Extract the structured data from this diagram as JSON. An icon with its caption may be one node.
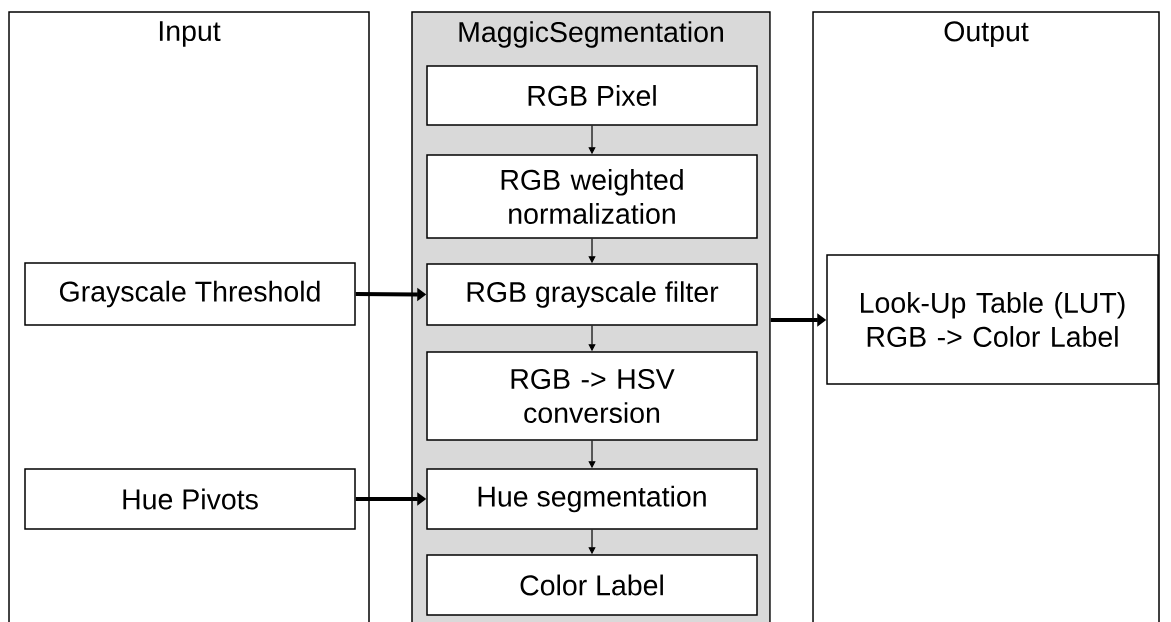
{
  "diagram": {
    "nodes": [
      {
        "text": [
          "Input"
        ]
      },
      {
        "text": [
          "Grayscale Threshold"
        ],
        "in": 0
      },
      {
        "text": [
          "Hue Pivots"
        ],
        "in": 0
      },
      {
        "text": [
          "MaggicSegmentation"
        ]
      },
      {
        "text": [
          "RGB Pixel"
        ],
        "in": 3
      },
      {
        "text": [
          "RGB weighted normalization"
        ],
        "in": 3
      },
      {
        "text": [
          "RGB grayscale filter"
        ],
        "in": 3
      },
      {
        "text": [
          "RGB -> HSV conversion"
        ],
        "in": 3
      },
      {
        "text": [
          "Hue segmentation"
        ],
        "in": 3
      },
      {
        "text": [
          "Color Label"
        ],
        "in": 3
      },
      {
        "text": [
          "Output"
        ]
      },
      {
        "text": [
          "Look-Up Table (LUT) RGB -> Color Label"
        ],
        "in": 10
      }
    ],
    "edges": [
      {
        "from": 4,
        "to": 5,
        "arrow": "to"
      },
      {
        "from": 5,
        "to": 6,
        "arrow": "to"
      },
      {
        "from": 6,
        "to": 7,
        "arrow": "to"
      },
      {
        "from": 7,
        "to": 8,
        "arrow": "to"
      },
      {
        "from": 8,
        "to": 9,
        "arrow": "to"
      },
      {
        "from": 1,
        "to": 6,
        "arrow": "to",
        "style": "thick"
      },
      {
        "from": 2,
        "to": 8,
        "arrow": "to",
        "style": "thick"
      },
      {
        "from": 3,
        "to": 11,
        "arrow": "to",
        "style": "thick"
      }
    ]
  }
}
